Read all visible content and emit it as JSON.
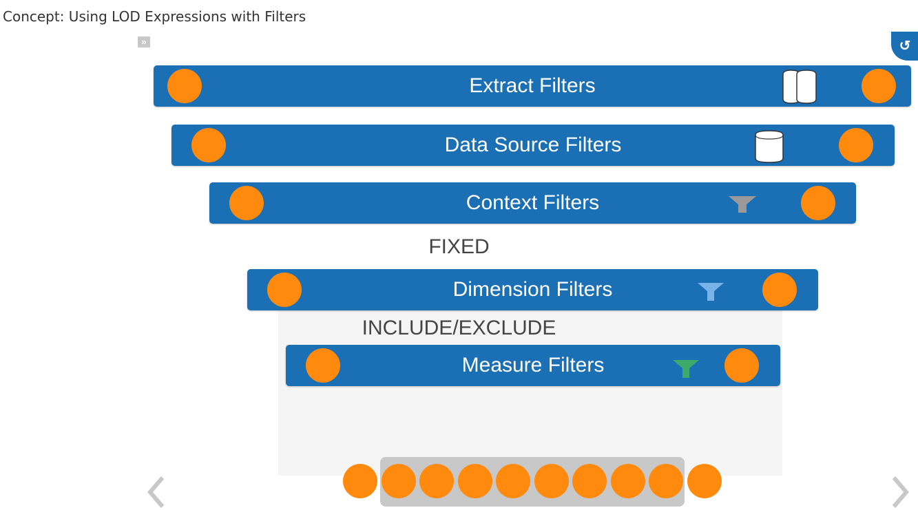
{
  "title": "Concept: Using LOD Expressions with Filters",
  "controls": {
    "expand_icon": "double-chevron-right-icon",
    "reset_icon": "reset-icon",
    "prev_icon": "chevron-left-icon",
    "next_icon": "chevron-right-icon",
    "expand_glyph": "»",
    "reset_glyph": "↺"
  },
  "filters": [
    {
      "label": "Extract Filters",
      "icon": "extract-db-icon"
    },
    {
      "label": "Data Source Filters",
      "icon": "database-icon"
    },
    {
      "label": "Context Filters",
      "icon": "funnel-gray-icon"
    },
    {
      "label": "Dimension Filters",
      "icon": "funnel-blue-icon"
    },
    {
      "label": "Measure Filters",
      "icon": "funnel-green-icon"
    }
  ],
  "lod_labels": {
    "fixed": "FIXED",
    "include_exclude": "INCLUDE/EXCLUDE"
  },
  "colors": {
    "bar": "#1a6fb5",
    "dot": "#ff8a0d",
    "funnel_gray": "#9a9a9a",
    "funnel_blue": "#7ab3e8",
    "funnel_green": "#3fa86b",
    "tray": "#c8c8c8"
  },
  "dots_count": 10
}
